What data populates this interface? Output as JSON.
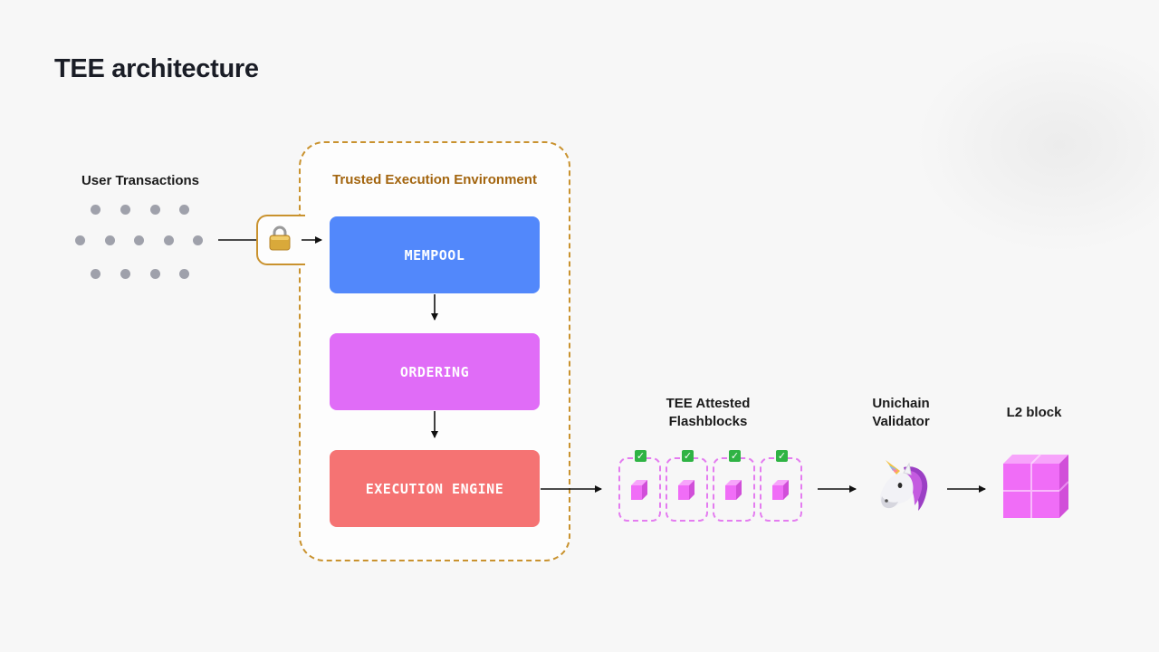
{
  "title": "TEE architecture",
  "user_transactions": {
    "label": "User Transactions"
  },
  "tee": {
    "label": "Trusted Execution Environment",
    "stages": [
      {
        "label": "MEMPOOL",
        "color": "#5288fb"
      },
      {
        "label": "ORDERING",
        "color": "#e06cf7"
      },
      {
        "label": "EXECUTION ENGINE",
        "color": "#f57373"
      }
    ],
    "border_color": "#c9922e"
  },
  "flashblocks": {
    "label_line1": "TEE Attested",
    "label_line2": "Flashblocks",
    "count": 4,
    "check_glyph": "✓"
  },
  "validator": {
    "label_line1": "Unichain",
    "label_line2": "Validator",
    "icon": "unicorn-icon"
  },
  "l2_block": {
    "label": "L2 block",
    "icon": "stacked-cubes-icon"
  },
  "colors": {
    "background": "#f7f7f7",
    "accent_pink": "#f06df7",
    "tee_gold": "#a3650f"
  }
}
